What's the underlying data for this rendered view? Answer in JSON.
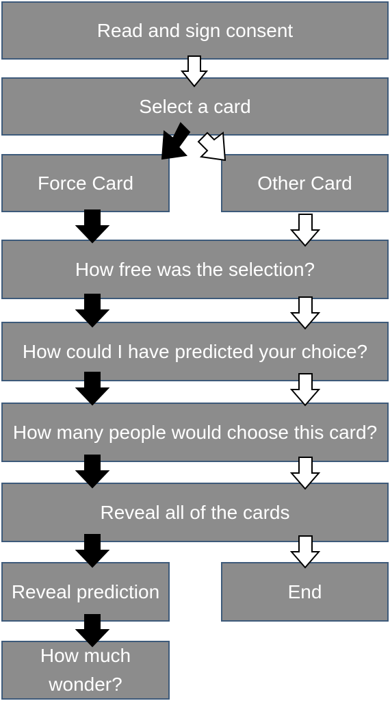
{
  "flowchart": {
    "nodes": {
      "consent": "Read and sign consent",
      "select_card": "Select a card",
      "force_card": "Force Card",
      "other_card": "Other Card",
      "how_free": "How free was the selection?",
      "how_predicted": "How could I have predicted your choice?",
      "how_many": "How many people would choose this card?",
      "reveal_cards": "Reveal all of the cards",
      "reveal_prediction": "Reveal prediction",
      "end": "End",
      "how_much_wonder": "How much wonder?"
    },
    "colors": {
      "box_fill": "#8c8c8c",
      "box_border": "#3d5a7a",
      "box_text": "#ffffff",
      "force_path_arrow": "#000000",
      "other_path_arrow": "#ffffff"
    }
  }
}
